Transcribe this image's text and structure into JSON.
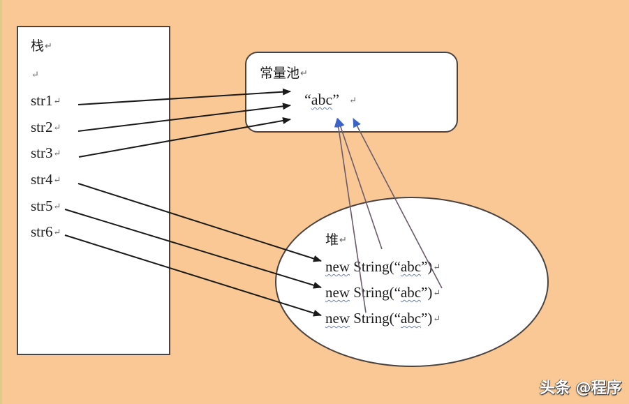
{
  "diagram": {
    "colors": {
      "background": "#F9C894",
      "box_fill": "#FFFFFF",
      "box_border": "#4a4340",
      "arrow_black": "#1a1a1a",
      "arrow_blue": "#3b63c8",
      "ref_line": "#6b5a6a"
    },
    "stack": {
      "title": "栈",
      "paragraph_mark": "↵",
      "variables": [
        {
          "name": "str1",
          "target": "pool"
        },
        {
          "name": "str2",
          "target": "pool"
        },
        {
          "name": "str3",
          "target": "pool"
        },
        {
          "name": "str4",
          "target": "heap-0"
        },
        {
          "name": "str5",
          "target": "heap-1"
        },
        {
          "name": "str6",
          "target": "heap-2"
        }
      ]
    },
    "pool": {
      "title": "常量池",
      "open_quote": "“",
      "value": "abc",
      "close_quote": "”"
    },
    "heap": {
      "title": "堆",
      "objects": [
        {
          "prefix": "new",
          "expr": " String(“",
          "value": "abc",
          "suffix": "”)"
        },
        {
          "prefix": "new",
          "expr": " String(“",
          "value": "abc",
          "suffix": "”)"
        },
        {
          "prefix": "new",
          "expr": " String(“",
          "value": "abc",
          "suffix": "”)"
        }
      ]
    },
    "watermark": "头条 @程序"
  }
}
